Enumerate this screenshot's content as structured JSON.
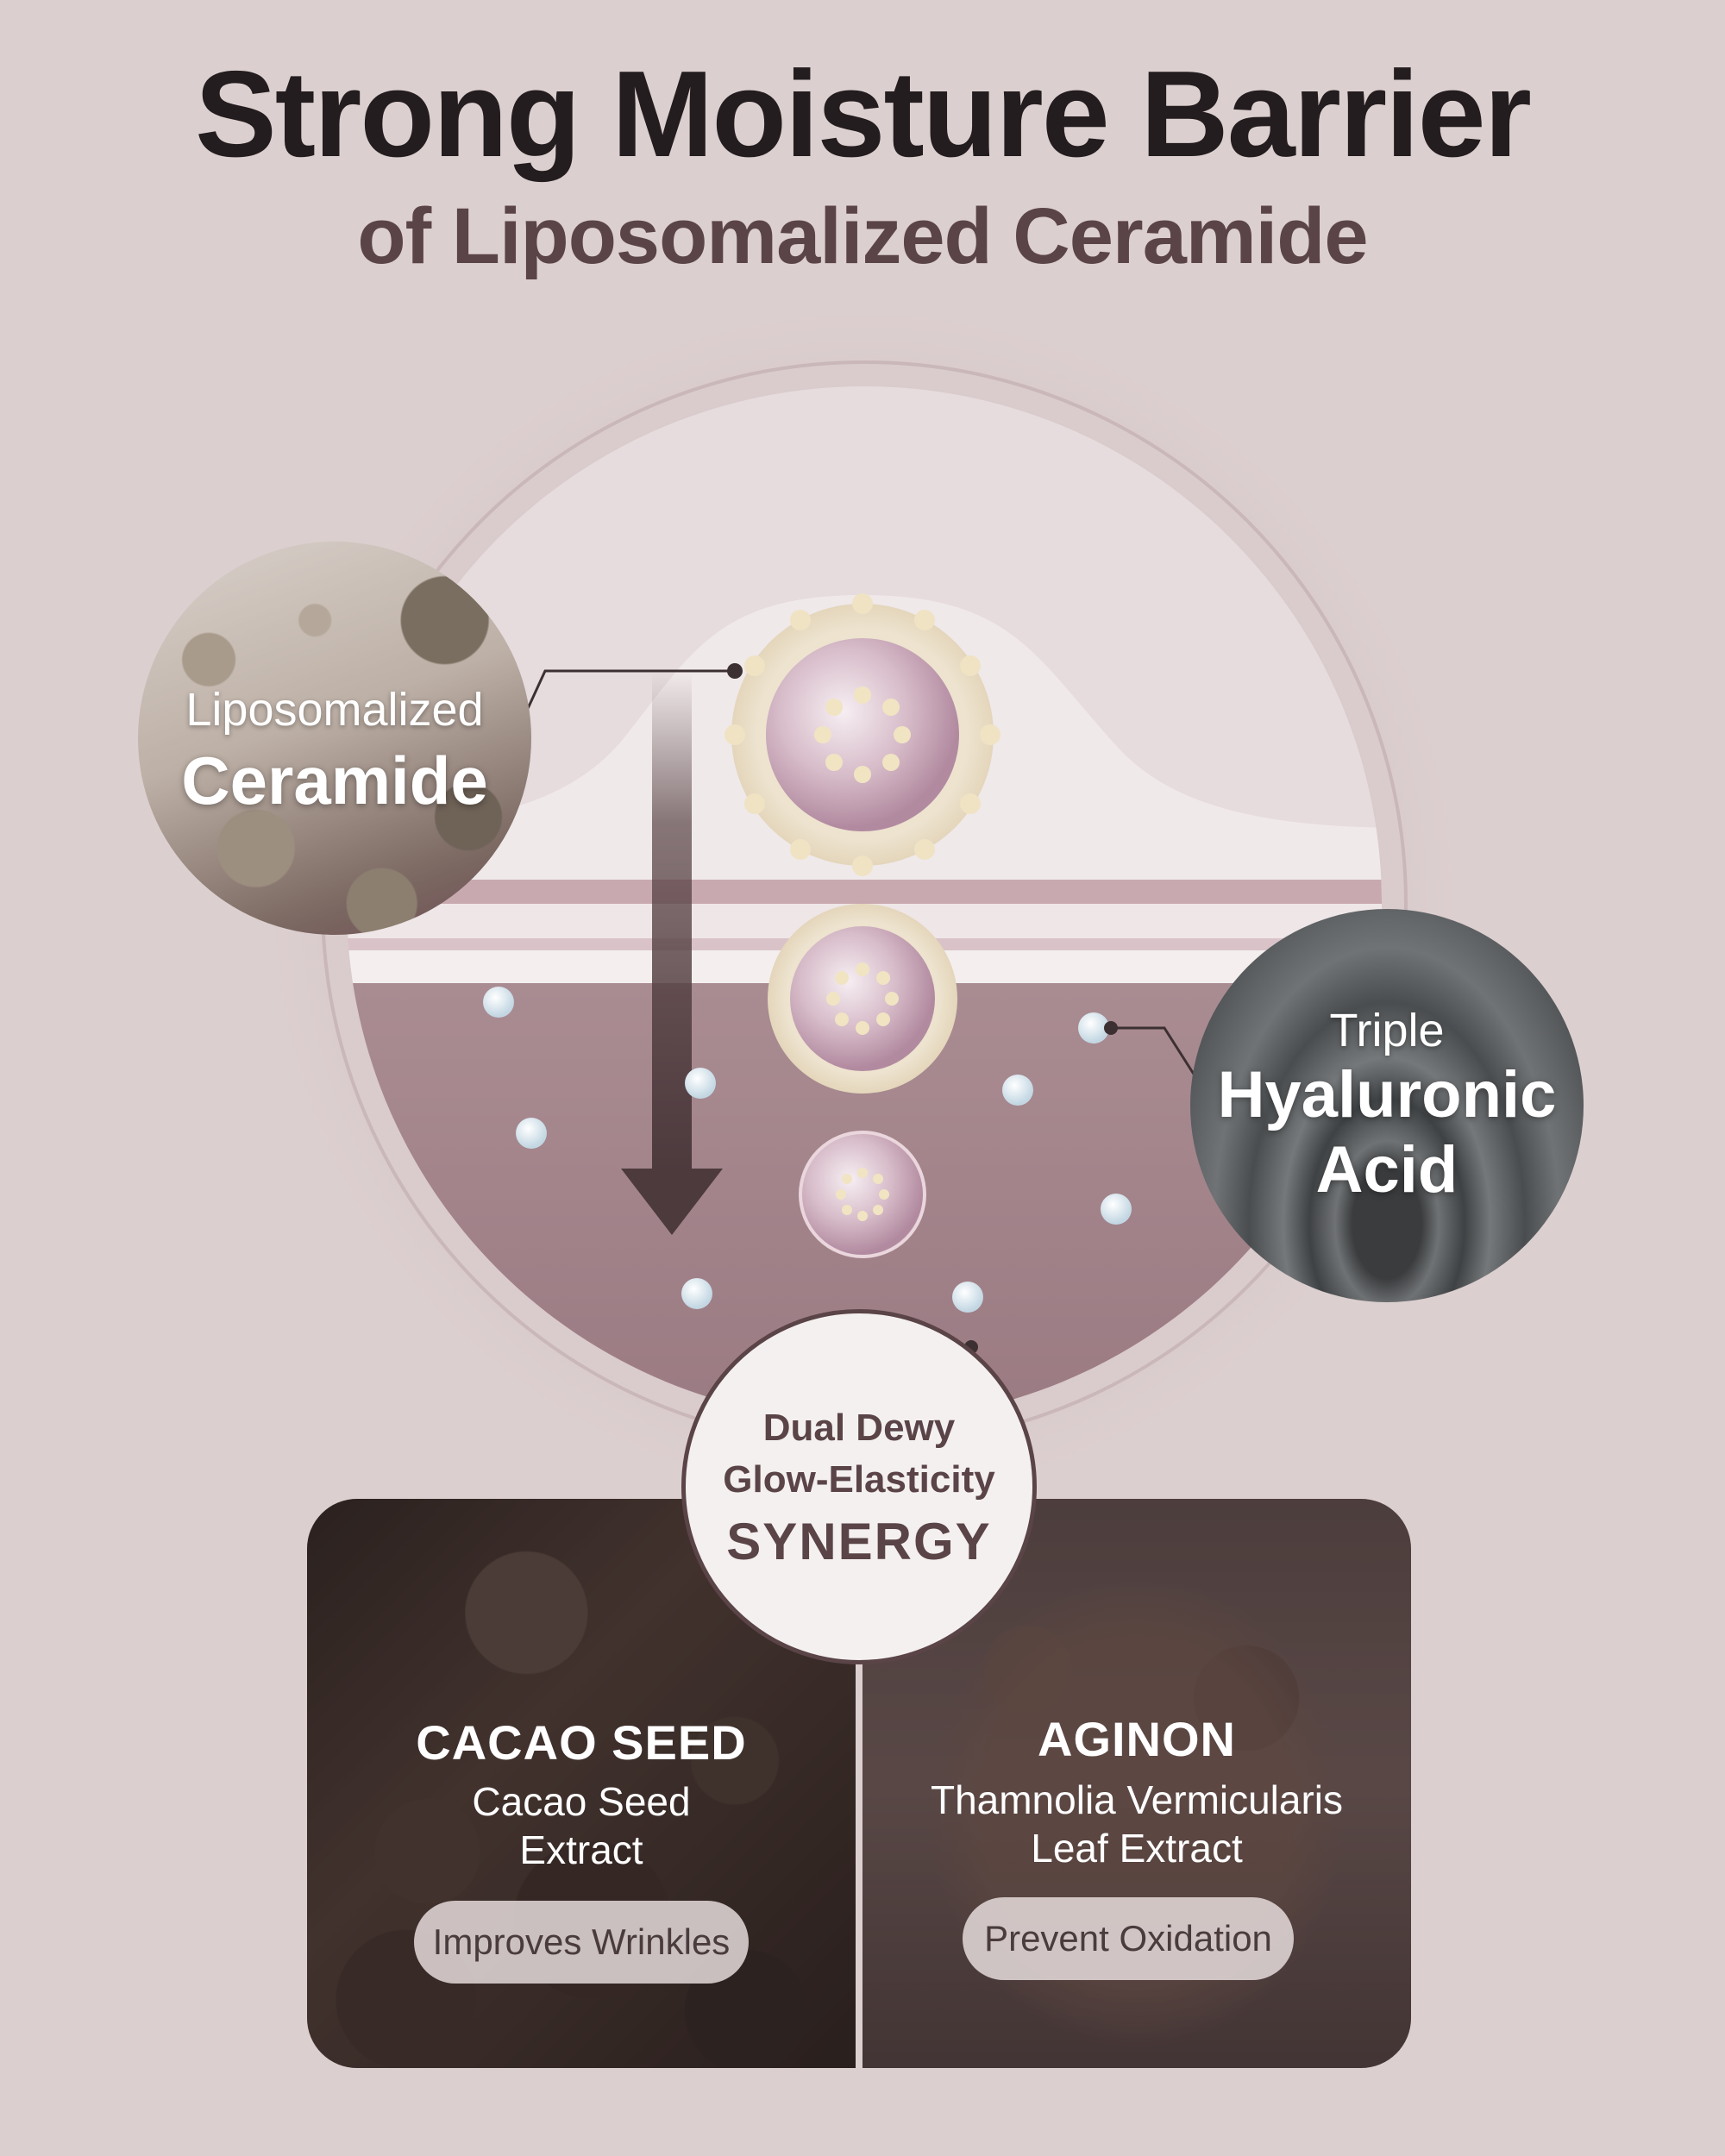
{
  "header": {
    "title": "Strong Moisture Barrier",
    "subtitle": "of Liposomalized Ceramide"
  },
  "callouts": {
    "ceramide": {
      "line1": "Liposomalized",
      "line2": "Ceramide"
    },
    "hyaluronic": {
      "line1": "Triple",
      "line2": "Hyaluronic",
      "line3": "Acid"
    }
  },
  "synergy": {
    "line1": "Dual Dewy",
    "line2": "Glow-Elasticity",
    "line3": "SYNERGY"
  },
  "ingredients": [
    {
      "name": "CACAO SEED",
      "desc_line1": "Cacao Seed",
      "desc_line2": "Extract",
      "benefit": "Improves Wrinkles"
    },
    {
      "name": "AGINON",
      "desc_line1": "Thamnolia Vermicularis",
      "desc_line2": "Leaf Extract",
      "benefit": "Prevent Oxidation"
    }
  ],
  "colors": {
    "background": "#dccfcf",
    "title": "#231d1f",
    "accent": "#5a4447",
    "skin_layer": "#a07f86",
    "droplet": "#dce8f0"
  }
}
